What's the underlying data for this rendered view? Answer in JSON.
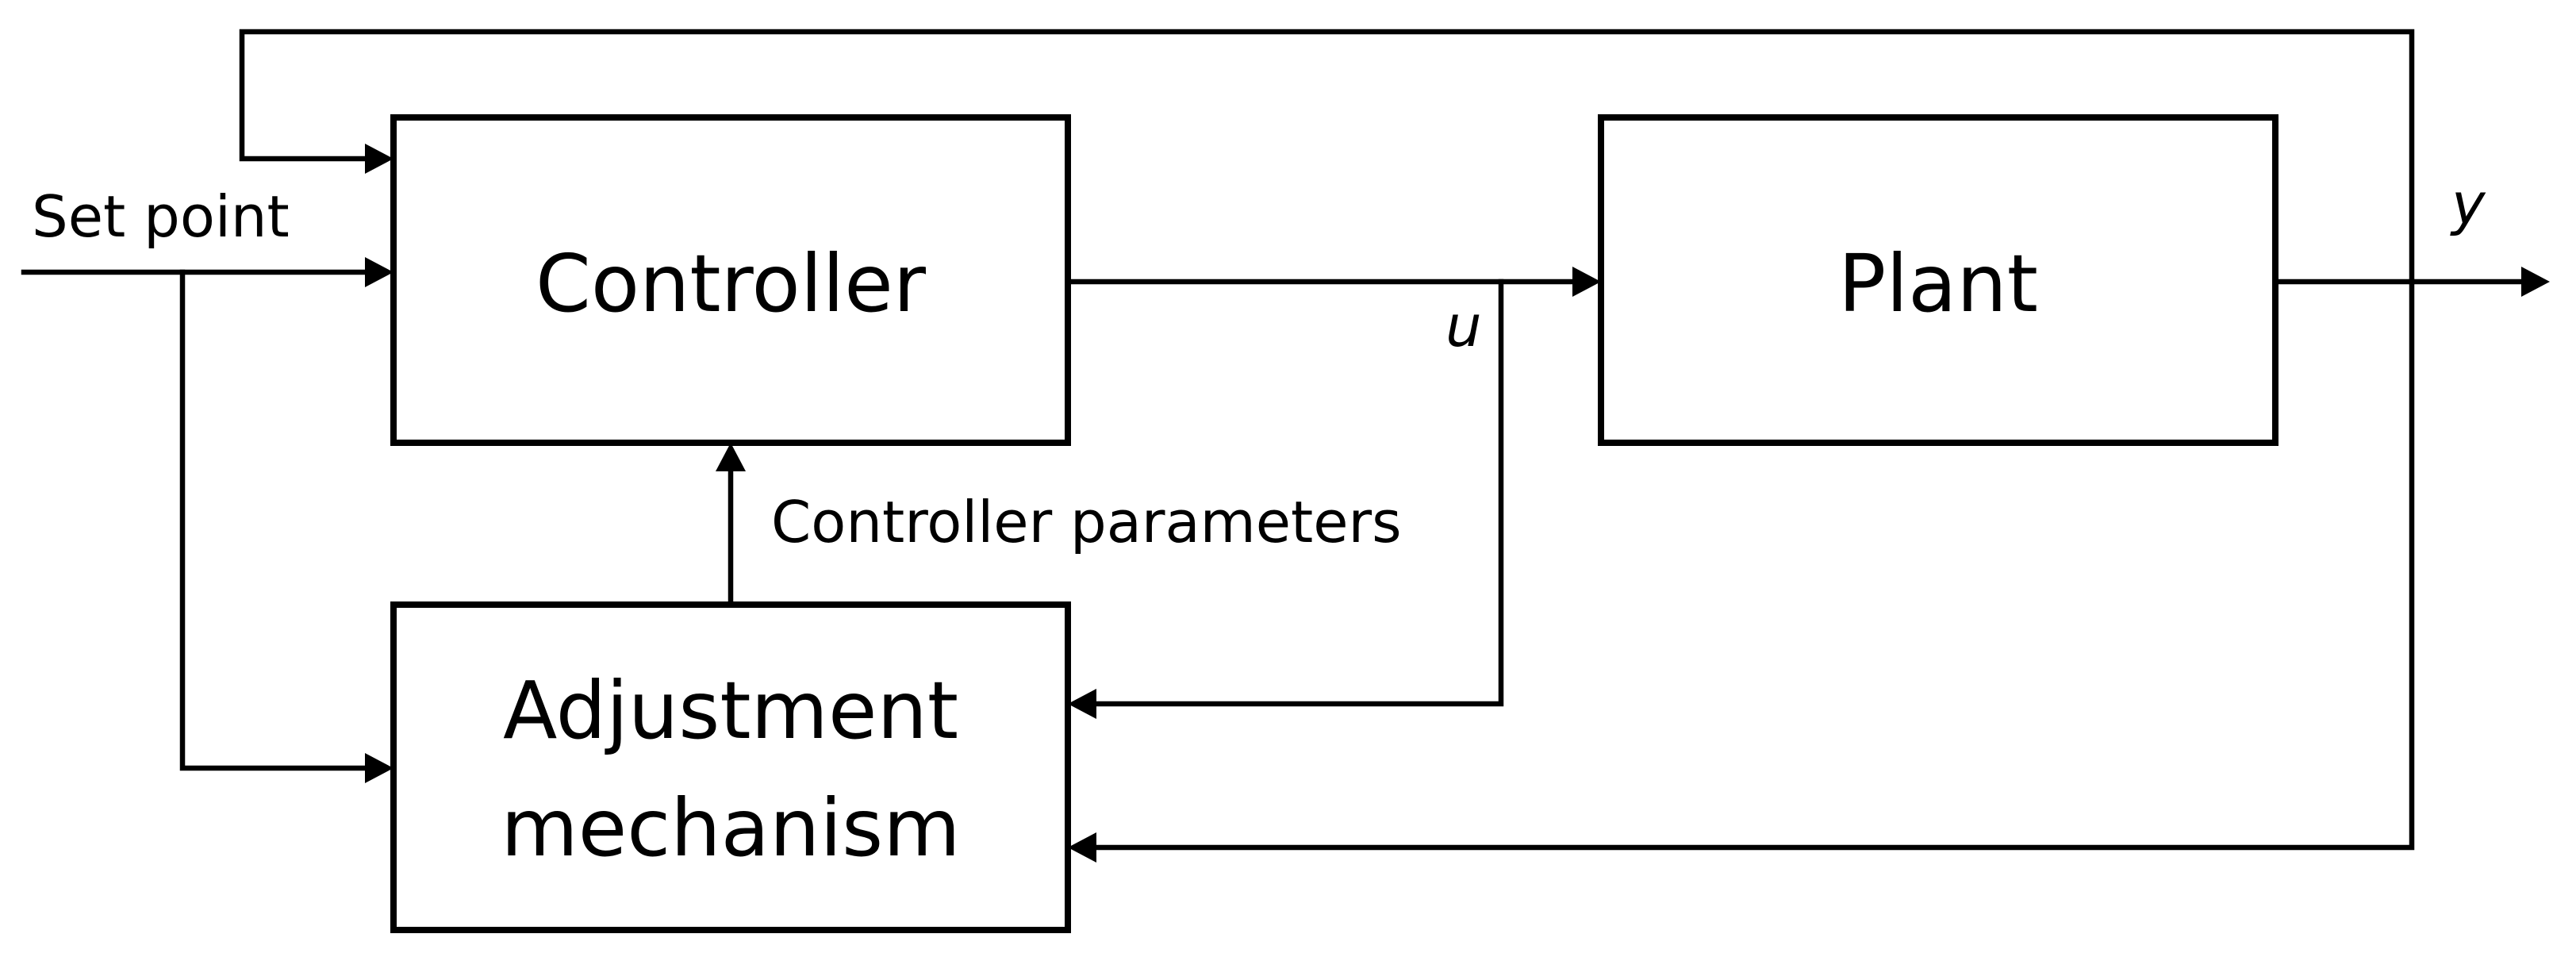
{
  "blocks": {
    "controller": "Controller",
    "plant": "Plant",
    "adjustment_line1": "Adjustment",
    "adjustment_line2": "mechanism"
  },
  "signals": {
    "set_point": "Set point",
    "control_signal": "u",
    "output": "y",
    "controller_parameters": "Controller parameters"
  }
}
